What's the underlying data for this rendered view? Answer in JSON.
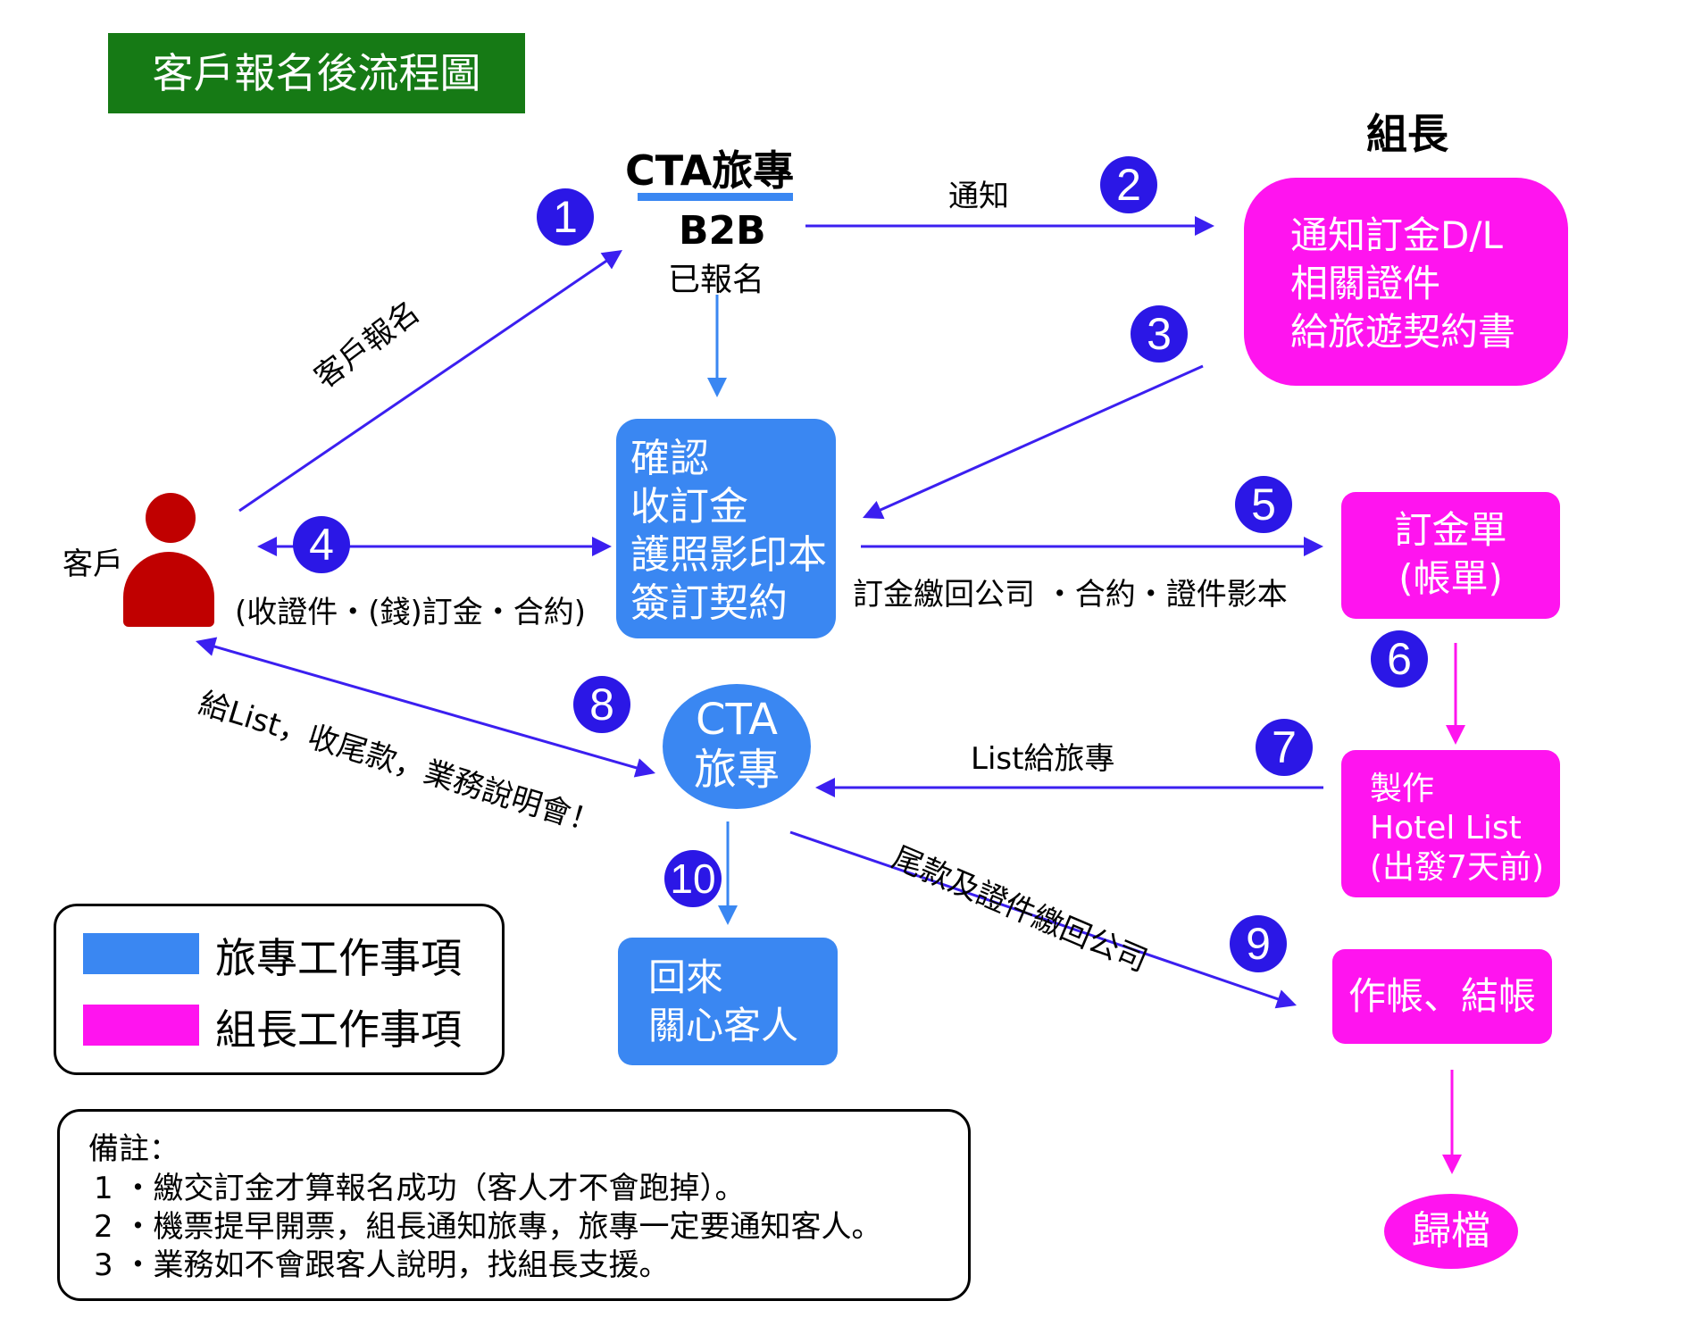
{
  "title": "客戶報名後流程圖",
  "colors": {
    "title_bg": "#167a15",
    "agency": "#3a87f2",
    "leader": "#ff14ef",
    "arrow_purple": "#3b1ff0",
    "arrow_blue": "#3a87f2",
    "arrow_pink": "#ff14ef",
    "customer": "#c00000",
    "step_circle": "#2b17e6"
  },
  "nodes": {
    "cta_agency": "CTA旅專",
    "b2b": "B2B",
    "registered": "已報名",
    "group_leader": "組長",
    "leader_tasks": "通知訂金D/L\n相關證件\n給旅遊契約書",
    "confirm_box": "確認\n收訂金\n護照影印本\n簽訂契約",
    "customer": "客戶",
    "deposit_slip": "訂金單\n(帳單)",
    "hotel_list": "製作\nHotel List\n(出發7天前)",
    "cta_circle": "CTA\n旅專",
    "follow_up": "回來\n關心客人",
    "bookkeeping": "作帳、結帳",
    "archive": "歸檔"
  },
  "edge_labels": {
    "notify": "通知",
    "customer_signup": "客戶報名",
    "collect_docs": "(收證件・(錢)訂金・合約)",
    "return_to_company": "訂金繳回公司 ・合約・證件影本",
    "list_to_agency": "List給旅專",
    "give_list": "給List，收尾款，業務說明會！",
    "balance_return": "尾款及證件繳回公司"
  },
  "steps": [
    "1",
    "2",
    "3",
    "4",
    "5",
    "6",
    "7",
    "8",
    "9",
    "10"
  ],
  "legend": {
    "agency": "旅專工作事項",
    "leader": "組長工作事項"
  },
  "notes": {
    "heading": "備註：",
    "items": [
      "1 ・繳交訂金才算報名成功（客人才不會跑掉）。",
      "2 ・機票提早開票，組長通知旅專，旅專一定要通知客人。",
      "3 ・業務如不會跟客人說明，找組長支援。"
    ]
  }
}
